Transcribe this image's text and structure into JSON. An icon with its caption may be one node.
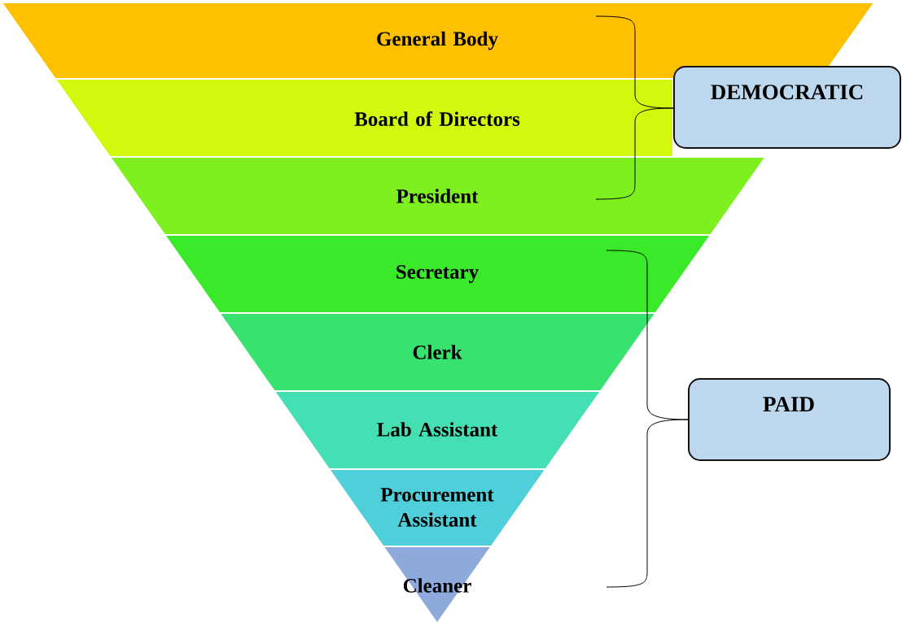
{
  "diagram": {
    "nodes": [
      {
        "text": [
          "General Body"
        ]
      },
      {
        "text": [
          "Board of Directors"
        ]
      },
      {
        "text": [
          "President"
        ]
      },
      {
        "text": [
          "Secretary"
        ]
      },
      {
        "text": [
          "Clerk"
        ]
      },
      {
        "text": [
          "Lab Assistant"
        ]
      },
      {
        "text": [
          "Procurement Assistant"
        ]
      },
      {
        "text": [
          "Cleaner"
        ]
      },
      {
        "text": [
          "DEMOCRATIC"
        ]
      },
      {
        "text": [
          "PAID"
        ]
      }
    ]
  }
}
